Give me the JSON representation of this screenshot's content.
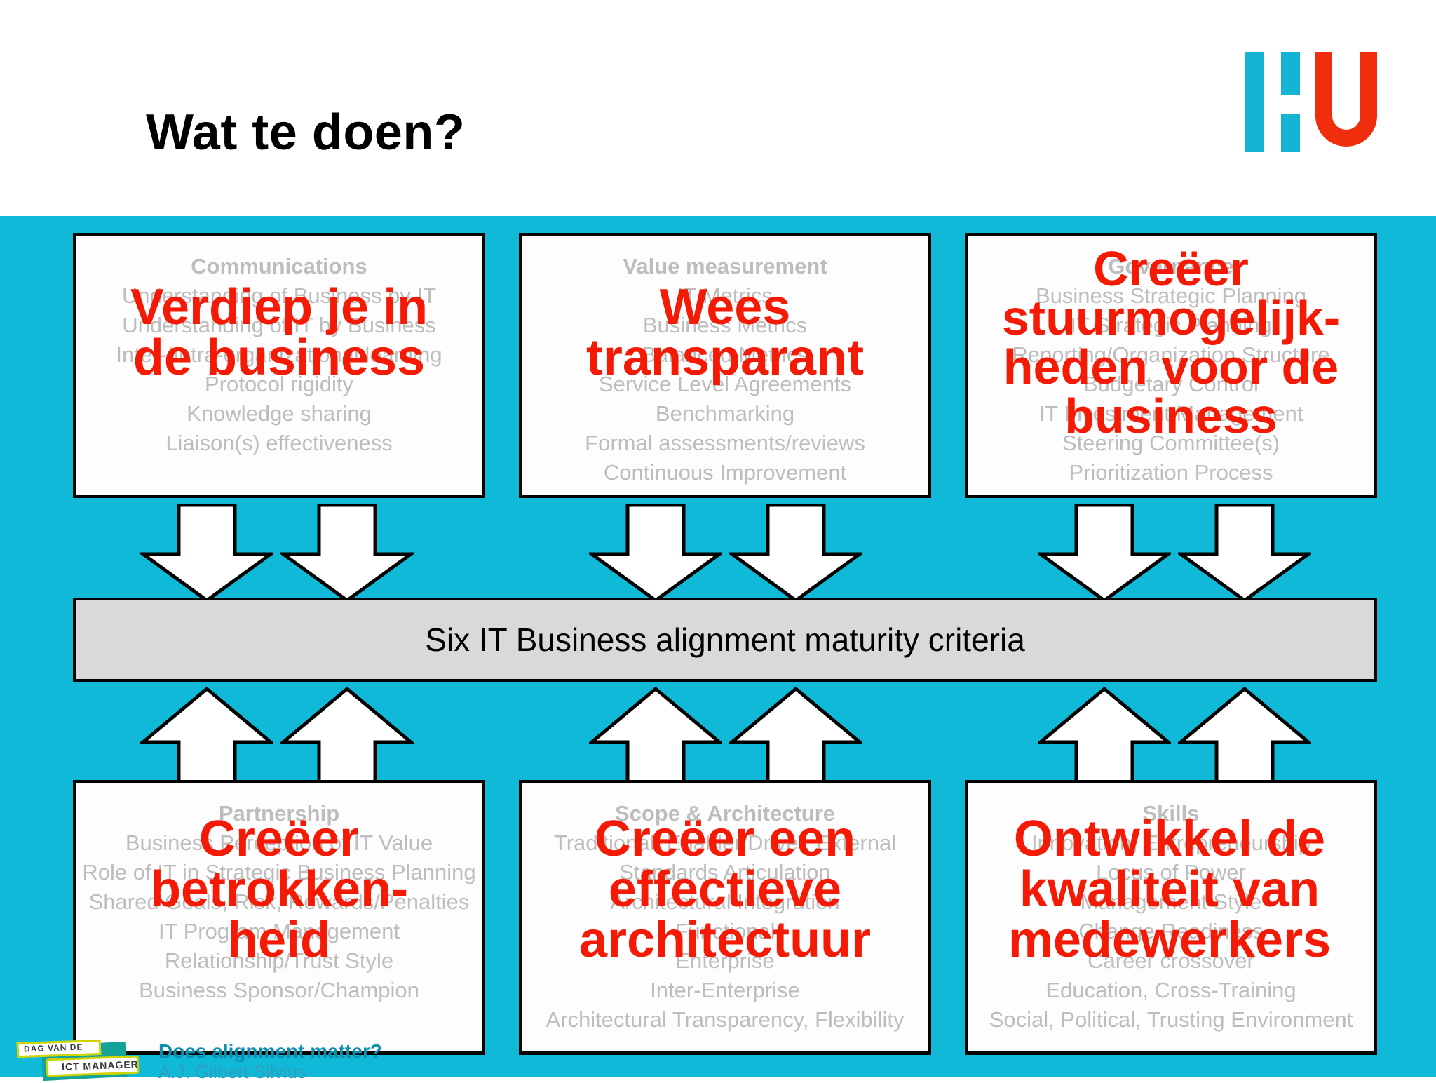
{
  "header": {
    "title": "Wat te doen?",
    "logo_alt": "HU",
    "logo_cyan": "#15b4d4",
    "logo_red": "#f02d0c"
  },
  "theme": {
    "background": "#10b9d7",
    "box_fill": "#fdfdfd",
    "box_text": "#bdbdbd",
    "accent_red": "#f41a05",
    "center_bar_fill": "#d9d9d9"
  },
  "center_bar": {
    "label": "Six IT Business alignment maturity criteria"
  },
  "boxes": [
    {
      "id": "communications",
      "title": "Communications",
      "lines": [
        "Understanding of Business by IT",
        "Understanding of IT by Business",
        "Inter-/Intra-organizational learning",
        "Protocol rigidity",
        "Knowledge sharing",
        "Liaison(s) effectiveness"
      ]
    },
    {
      "id": "value-measurement",
      "title": "Value measurement",
      "lines": [
        "IT Metrics",
        "Business Metrics",
        "Balanced Metrics",
        "Service Level Agreements",
        "Benchmarking",
        "Formal assessments/reviews",
        "Continuous Improvement"
      ]
    },
    {
      "id": "governance",
      "title": "Governance",
      "lines": [
        "Business Strategic Planning",
        "IT Strategic Planning",
        "Reporting/Organization Structure",
        "Budgetary Control",
        "IT Investment Management",
        "Steering Committee(s)",
        "Prioritization Process"
      ]
    },
    {
      "id": "partnership",
      "title": "Partnership",
      "lines": [
        "Business Perception of IT Value",
        "Role of IT in Strategic Business Planning",
        "Shared Goals, Risk, Rewards/Penalties",
        "IT Program Management",
        "Relationship/Trust Style",
        "Business Sponsor/Champion"
      ]
    },
    {
      "id": "scope-architecture",
      "title": "Scope & Architecture",
      "lines": [
        "Traditional, Enabler/Driver, External",
        "Standards Articulation",
        "Architectural Integration",
        "Functional",
        "Enterprise",
        "Inter-Enterprise",
        "Architectural Transparency, Flexibility"
      ]
    },
    {
      "id": "skills",
      "title": "Skills",
      "lines": [
        "Innovation, Entrepreneurship",
        "Locus of Power",
        "Management Style",
        "Change Readiness",
        "Career crossover",
        "Education, Cross-Training",
        "Social, Political, Trusting Environment"
      ]
    }
  ],
  "callouts": [
    {
      "id": "verdiep",
      "text": "Verdiep je in\nde business"
    },
    {
      "id": "wees",
      "text": "Wees\ntransparant"
    },
    {
      "id": "creeer-stuur",
      "text": "Creëer\nstuurmogelijk-\nheden voor de\nbusiness"
    },
    {
      "id": "betrokken",
      "text": "Creëer\nbetrokken-\nheid"
    },
    {
      "id": "architectuur",
      "text": "Creëer een\neffectieve\narchitectuur"
    },
    {
      "id": "medewerkers",
      "text": "Ontwikkel de\nkwaliteit van\nmedewerkers"
    }
  ],
  "footer": {
    "badge_line1": "DAG VAN DE",
    "badge_line2": "ICT MANAGER",
    "title": "Does alignment matter?",
    "author": "A.J. Gilbert Silvius"
  }
}
